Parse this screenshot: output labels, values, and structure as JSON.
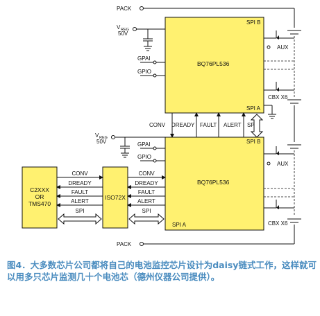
{
  "colors": {
    "chip_fill": "#fff170",
    "wire": "#111111",
    "caption": "#4a8cbf"
  },
  "labels": {
    "pack_top": "PACK",
    "pack_bottom": "PACK",
    "vreg_top": "V",
    "vreg_top_sub": "REG",
    "vreg_top_volt": "50V",
    "vreg_bot": "V",
    "vreg_bot_sub": "REG",
    "vreg_bot_volt": "50V",
    "gpai_top": "GPAI",
    "gpio_top": "GPIO",
    "gpai_bot": "GPAI",
    "gpio_bot": "GPIO",
    "conv_vertical": "CONV",
    "dready_vertical": "DREADY",
    "fault_vertical": "FAULT",
    "alert_vertical": "ALERT",
    "spi_vertical": "SPI",
    "aux_top": "AUX",
    "aux_bot": "AUX",
    "cbx_top": "CBX X6",
    "cbx_bot": "CBX X6"
  },
  "chip_top": {
    "name": "BQ76PL536",
    "spi_b": "SPI B",
    "spi_a": "SPI A"
  },
  "chip_bottom": {
    "name": "BQ76PL536",
    "spi_b": "SPI B",
    "spi_a": "SPI A"
  },
  "mcu": {
    "line1": "C2XXX",
    "line2": "OR",
    "line3": "TMS470"
  },
  "isolator": {
    "name": "ISO72X"
  },
  "left_signals": [
    "CONV",
    "DREADY",
    "FAULT",
    "ALERT",
    "SPI"
  ],
  "right_signals": [
    "CONV",
    "DREADY",
    "FAULT",
    "ALERT",
    "SPI"
  ],
  "caption": "图4．大多数芯片公司都将自己的电池监控芯片设计为daisy链式工作，这样就可以用多只芯片监测几十个电池芯（德州仪器公司提供）。"
}
